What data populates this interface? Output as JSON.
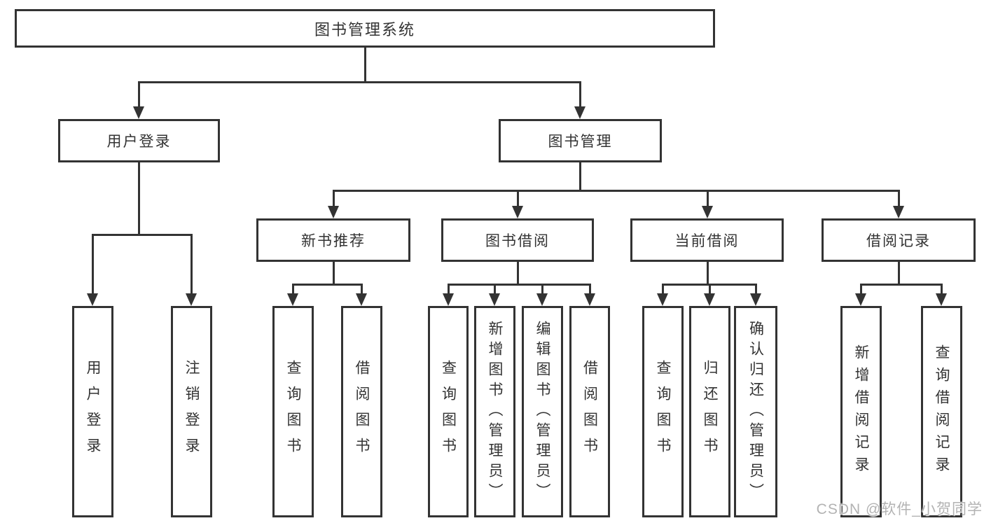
{
  "diagram_title": "图书管理系统",
  "tree": {
    "root": {
      "label": "图书管理系统"
    },
    "branches": {
      "user": {
        "label": "用户登录",
        "children": [
          {
            "label": "用户登录"
          },
          {
            "label": "注销登录"
          }
        ]
      },
      "mgmt": {
        "label": "图书管理",
        "groups": [
          {
            "label": "新书推荐",
            "children": [
              {
                "label": "查询图书"
              },
              {
                "label": "借阅图书"
              }
            ]
          },
          {
            "label": "图书借阅",
            "children": [
              {
                "label": "查询图书"
              },
              {
                "label": "新增图书（管理员）"
              },
              {
                "label": "编辑图书（管理员）"
              },
              {
                "label": "借阅图书"
              }
            ]
          },
          {
            "label": "当前借阅",
            "children": [
              {
                "label": "查询图书"
              },
              {
                "label": "归还图书"
              },
              {
                "label": "确认归还（管理员）"
              }
            ]
          },
          {
            "label": "借阅记录",
            "children": [
              {
                "label": "新增借阅记录"
              },
              {
                "label": "查询借阅记录"
              }
            ]
          }
        ]
      }
    }
  },
  "watermark": "CSDN @软件_小贺同学",
  "colors": {
    "background": "#ffffff",
    "line": "#333333",
    "box_border": "#333333",
    "text": "#333333",
    "watermark": "#b3b3b3"
  }
}
